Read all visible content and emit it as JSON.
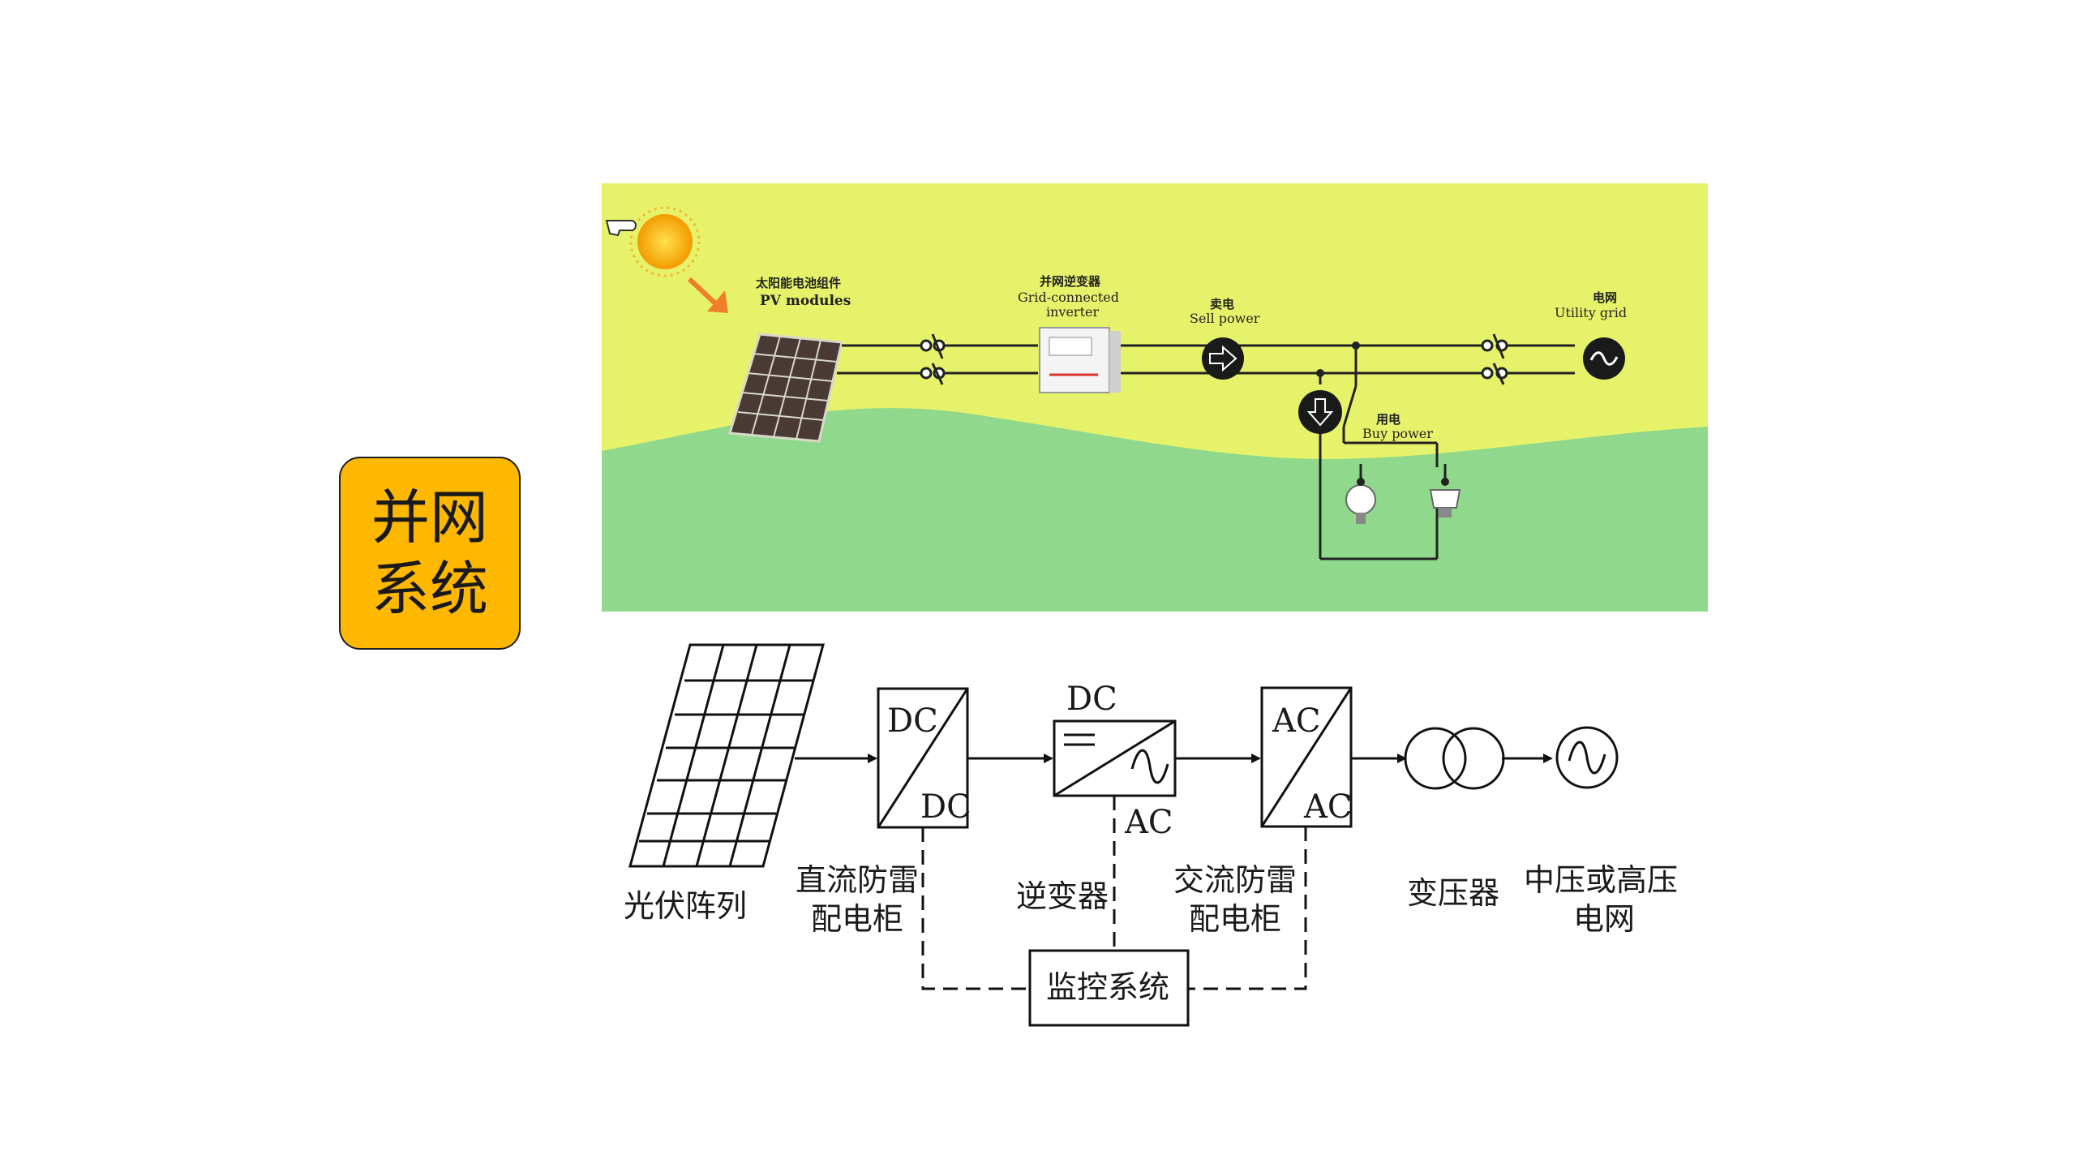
{
  "badge": {
    "title": "并网系统"
  },
  "scene": {
    "pv_cn": "太阳能电池组件",
    "pv_en": "PV modules",
    "inverter_cn": "并网逆变器",
    "inverter_en1": "Grid-connected",
    "inverter_en2": "inverter",
    "sell_cn": "卖电",
    "sell_en": "Sell power",
    "grid_cn": "电网",
    "grid_en": "Utility grid",
    "buy_cn": "用电",
    "buy_en": "Buy power"
  },
  "diagram": {
    "dcdc_top": "DC",
    "dcdc_bottom": "DC",
    "inv_top": "DC",
    "inv_bottom": "AC",
    "acac_top": "AC",
    "acac_bottom": "AC",
    "pv_label": "光伏阵列",
    "dc_cabinet_line1": "直流防雷",
    "dc_cabinet_line2": "配电柜",
    "inverter_label": "逆变器",
    "ac_cabinet_line1": "交流防雷",
    "ac_cabinet_line2": "配电柜",
    "transformer_label": "变压器",
    "grid_line1": "中压或高压",
    "grid_line2": "电网",
    "monitor_label": "监控系统"
  },
  "colors": {
    "badge": "#ffb800",
    "sky": "#e6f36a",
    "ground": "#8fd88c",
    "panel": "#4a3a35"
  }
}
